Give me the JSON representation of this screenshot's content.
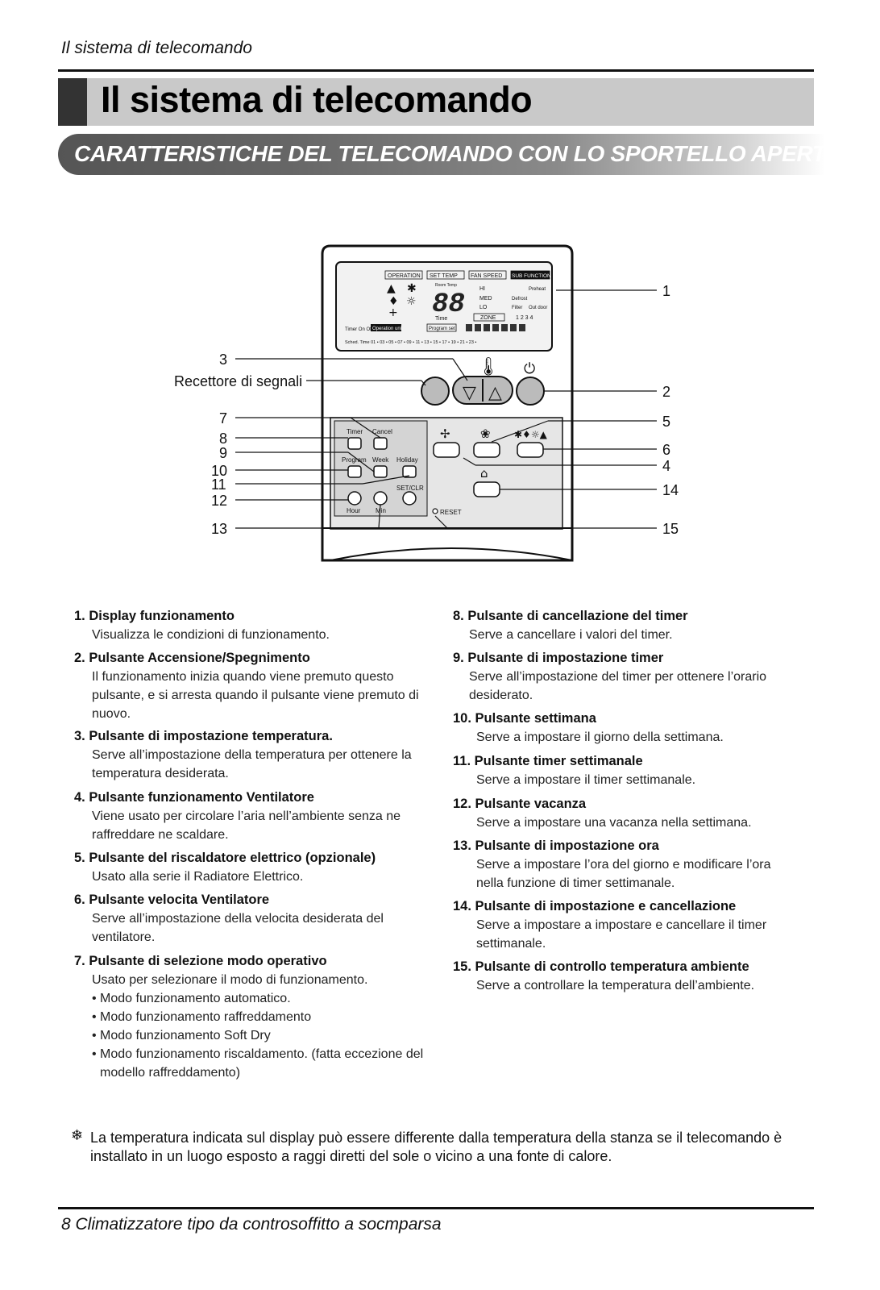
{
  "running_header": "Il sistema di telecomando",
  "page_title": "Il sistema di telecomando",
  "section_title": "CARATTERISTICHE DEL TELECOMANDO CON LO SPORTELLO APERTO",
  "diagram": {
    "display_labels": [
      "OPERATION",
      "SET TEMP",
      "FAN SPEED",
      "SUB FUNCTION"
    ],
    "room_temp": "Room Temp",
    "fan_levels": [
      "HI",
      "MED",
      "LO"
    ],
    "sub_functions": [
      "Preheat",
      "Defrost",
      "Filter",
      "Out door"
    ],
    "time_label": "Time",
    "zone_label": "ZONE",
    "zones": "1 2 3 4",
    "timer_on_off": "Timer On Off",
    "operation_unit": "Operation unit",
    "program_set": "Program set",
    "schedule_row": "Sched. Time 01 • 03 • 05 • 07 • 09 • 11 • 13 • 15 • 17 • 19 • 21 • 23 •",
    "receiver_label": "Recettore di segnali",
    "button_labels": {
      "timer": "Timer",
      "cancel": "Cancel",
      "program": "Program",
      "week": "Week",
      "holiday": "Holiday",
      "set_clr": "SET/CLR",
      "hour": "Hour",
      "min": "Min",
      "reset": "RESET"
    },
    "callouts_left": [
      "3",
      "7",
      "8",
      "9",
      "10",
      "11",
      "12",
      "13"
    ],
    "callouts_right": [
      "1",
      "2",
      "5",
      "6",
      "4",
      "14",
      "15"
    ]
  },
  "items_left": [
    {
      "head": "1. Display funzionamento",
      "body": "Visualizza le condizioni di funzionamento."
    },
    {
      "head": "2. Pulsante Accensione/Spegnimento",
      "body": "Il funzionamento inizia quando viene premuto questo pulsante, e si arresta quando il pulsante viene premuto di nuovo."
    },
    {
      "head": "3. Pulsante di impostazione temperatura.",
      "body": "Serve all’impostazione della temperatura per ottenere la temperatura desiderata."
    },
    {
      "head": "4. Pulsante funzionamento Ventilatore",
      "body": "Viene usato per circolare l’aria nell’ambiente senza ne raffreddare ne scaldare."
    },
    {
      "head": "5. Pulsante del riscaldatore elettrico (opzionale)",
      "body": "Usato alla serie il Radiatore Elettrico."
    },
    {
      "head": "6. Pulsante velocita Ventilatore",
      "body": "Serve all’impostazione della velocita desiderata del ventilatore."
    },
    {
      "head": "7. Pulsante di selezione modo operativo",
      "body": "Usato per selezionare il modo di funzionamento."
    }
  ],
  "mode_bullets": [
    "• Modo funzionamento automatico.",
    "• Modo funzionamento raffreddamento",
    "• Modo funzionamento Soft Dry",
    "• Modo funzionamento riscaldamento. (fatta eccezione del modello raffreddamento)"
  ],
  "items_right": [
    {
      "head": "8. Pulsante di cancellazione del timer",
      "body": "Serve a cancellare i valori del timer."
    },
    {
      "head": "9. Pulsante di impostazione timer",
      "body": "Serve all’impostazione del timer per ottenere l’orario desiderato."
    },
    {
      "head": "10. Pulsante settimana",
      "body": "Serve a impostare il giorno della settimana."
    },
    {
      "head": "11. Pulsante timer settimanale",
      "body": "Serve a impostare il timer settimanale."
    },
    {
      "head": "12. Pulsante vacanza",
      "body": "Serve a impostare una vacanza nella settimana."
    },
    {
      "head": "13. Pulsante di impostazione ora",
      "body": "Serve a impostare l’ora del giorno e modificare l’ora nella funzione di timer settimanale."
    },
    {
      "head": "14. Pulsante di impostazione e cancellazione",
      "body": "Serve a impostare a impostare e cancellare il timer settimanale."
    },
    {
      "head": "15. Pulsante di controllo temperatura ambiente",
      "body": "Serve a controllare la temperatura dell’ambiente."
    }
  ],
  "note_symbol": "❄",
  "note": "La temperatura indicata sul display può essere differente dalla temperatura della stanza se il telecomando è installato in un luogo esposto a raggi diretti del sole o vicino a una fonte di calore.",
  "footer": "8   Climatizzatore tipo da controsoffitto a socmparsa"
}
